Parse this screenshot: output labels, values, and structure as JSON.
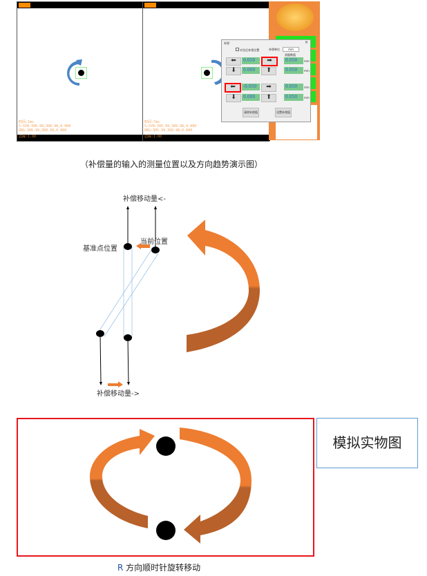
{
  "screenshot": {
    "left_view": {
      "time": "时间:1ms",
      "syr": "S-SYR:306.99,308.98,0.000",
      "org": "ORG:306.99,308.98,0.000",
      "edge": "边缘:1.00"
    },
    "right_view": {
      "time": "时间:7ms",
      "syr": "S-SYR:305.99,309.98,0.000",
      "org": "ORG:305.99,309.98,0.000",
      "edge": "边缘:1.00"
    },
    "dialog": {
      "title": "补偿",
      "close": "×",
      "checkbox_label": "对位后补偿位置",
      "unit_label": "补偿单位",
      "unit_value": "mm",
      "measure_label": "测量数值",
      "x_value": "0.050",
      "y_value": "0.000",
      "r_x_value": "-0.050",
      "r_y_value": "0.000",
      "measure_values": [
        "0.050",
        "0.050",
        "0.050",
        "0.050"
      ],
      "unit": "mm",
      "clear_button": "清除补偿值",
      "set_button": "设置补偿值"
    }
  },
  "caption_top": "（补偿量的输入的测量位置以及方向趋势演示图）",
  "diagram": {
    "top_label": "补偿移动量<-",
    "ref_label": "基准点位置",
    "current_label": "当前位置",
    "bottom_label": "补偿移动量->"
  },
  "simulation": {
    "label": "模拟实物图",
    "caption_r": "R",
    "caption": "方向顺时针旋转移动"
  },
  "colors": {
    "orange": "#ed7d31",
    "dark_orange": "#b8612a",
    "red": "#ff0000",
    "blue": "#5b9bd5"
  }
}
